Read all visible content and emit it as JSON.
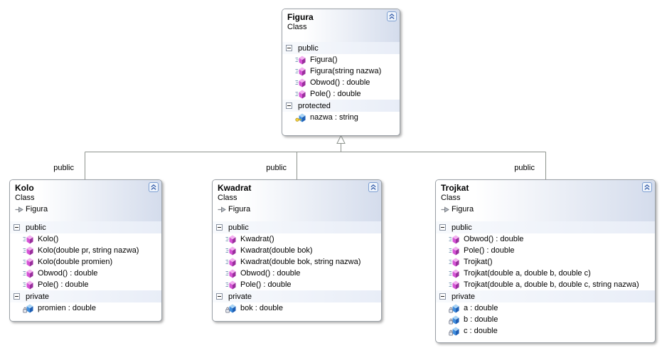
{
  "diagram": {
    "connector_labels": [
      "public",
      "public",
      "public"
    ],
    "classes": [
      {
        "title": "Figura",
        "kind": "Class",
        "base": "",
        "sections": [
          {
            "label": "public",
            "members": [
              {
                "icon": "method-icon",
                "text": "Figura()"
              },
              {
                "icon": "method-icon",
                "text": "Figura(string nazwa)"
              },
              {
                "icon": "method-icon",
                "text": "Obwod() : double"
              },
              {
                "icon": "method-icon",
                "text": "Pole() : double"
              }
            ]
          },
          {
            "label": "protected",
            "members": [
              {
                "icon": "field-protected-icon",
                "text": "nazwa : string"
              }
            ]
          }
        ]
      },
      {
        "title": "Kolo",
        "kind": "Class",
        "base": "Figura",
        "sections": [
          {
            "label": "public",
            "members": [
              {
                "icon": "method-icon",
                "text": "Kolo()"
              },
              {
                "icon": "method-icon",
                "text": "Kolo(double pr, string nazwa)"
              },
              {
                "icon": "method-icon",
                "text": "Kolo(double promien)"
              },
              {
                "icon": "method-icon",
                "text": "Obwod() : double"
              },
              {
                "icon": "method-icon",
                "text": "Pole() : double"
              }
            ]
          },
          {
            "label": "private",
            "members": [
              {
                "icon": "field-private-icon",
                "text": "promien : double"
              }
            ]
          }
        ]
      },
      {
        "title": "Kwadrat",
        "kind": "Class",
        "base": "Figura",
        "sections": [
          {
            "label": "public",
            "members": [
              {
                "icon": "method-icon",
                "text": "Kwadrat()"
              },
              {
                "icon": "method-icon",
                "text": "Kwadrat(double bok)"
              },
              {
                "icon": "method-icon",
                "text": "Kwadrat(double bok, string nazwa)"
              },
              {
                "icon": "method-icon",
                "text": "Obwod() : double"
              },
              {
                "icon": "method-icon",
                "text": "Pole() : double"
              }
            ]
          },
          {
            "label": "private",
            "members": [
              {
                "icon": "field-private-icon",
                "text": "bok : double"
              }
            ]
          }
        ]
      },
      {
        "title": "Trojkat",
        "kind": "Class",
        "base": "Figura",
        "sections": [
          {
            "label": "public",
            "members": [
              {
                "icon": "method-icon",
                "text": "Obwod() : double"
              },
              {
                "icon": "method-icon",
                "text": "Pole() : double"
              },
              {
                "icon": "method-icon",
                "text": "Trojkat()"
              },
              {
                "icon": "method-icon",
                "text": "Trojkat(double a, double b, double c)"
              },
              {
                "icon": "method-icon",
                "text": "Trojkat(double a, double b, double c, string nazwa)"
              }
            ]
          },
          {
            "label": "private",
            "members": [
              {
                "icon": "field-private-icon",
                "text": "a : double"
              },
              {
                "icon": "field-private-icon",
                "text": "b : double"
              },
              {
                "icon": "field-private-icon",
                "text": "c : double"
              }
            ]
          }
        ]
      }
    ]
  }
}
